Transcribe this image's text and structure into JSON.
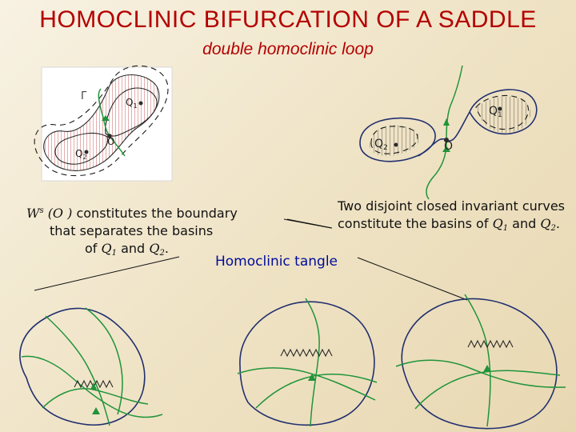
{
  "header": {
    "title": "HOMOCLINIC BIFURCATION OF A SADDLE",
    "subtitle": "double homoclinic loop"
  },
  "left_figure": {
    "label_gamma": "Γ",
    "label_q1": "Q",
    "label_q1_sub": "1",
    "label_q2": "Q",
    "label_q2_sub": "2",
    "label_o": "O"
  },
  "right_figure": {
    "label_q1": "Q",
    "label_q1_sub": "1",
    "label_q2": "Q",
    "label_q2_sub": "2",
    "label_o": "O"
  },
  "left_description": {
    "symbol_w": "W",
    "symbol_w_sup": "s",
    "symbol_o": "(O )",
    "line1_rest": "constitutes the boundary",
    "line2": "that separates the basins",
    "line3_prefix": "of",
    "line3_q1": "Q",
    "line3_q1_sub": "1",
    "line3_and": "and",
    "line3_q2": "Q",
    "line3_q2_sub": "2",
    "line3_end": "."
  },
  "right_description": {
    "line1": "Two disjoint closed invariant curves",
    "line2_prefix": "constitute the basins of",
    "line2_q1": "Q",
    "line2_q1_sub": "1",
    "line2_and": "and",
    "line2_q2": "Q",
    "line2_q2_sub": "2",
    "line2_end": "."
  },
  "bottom": {
    "label": "Homoclinic tangle"
  },
  "colors": {
    "title": "#b40000",
    "subtitle": "#b40000",
    "tangle_label": "#000c9a",
    "red_hatch": "#b83232",
    "green_curve": "#20943a",
    "blue_curve": "#22306f",
    "background": "#f1e6c8"
  },
  "icons": {
    "fixed_point": "dot-icon",
    "direction_marker": "arrowhead-icon"
  }
}
